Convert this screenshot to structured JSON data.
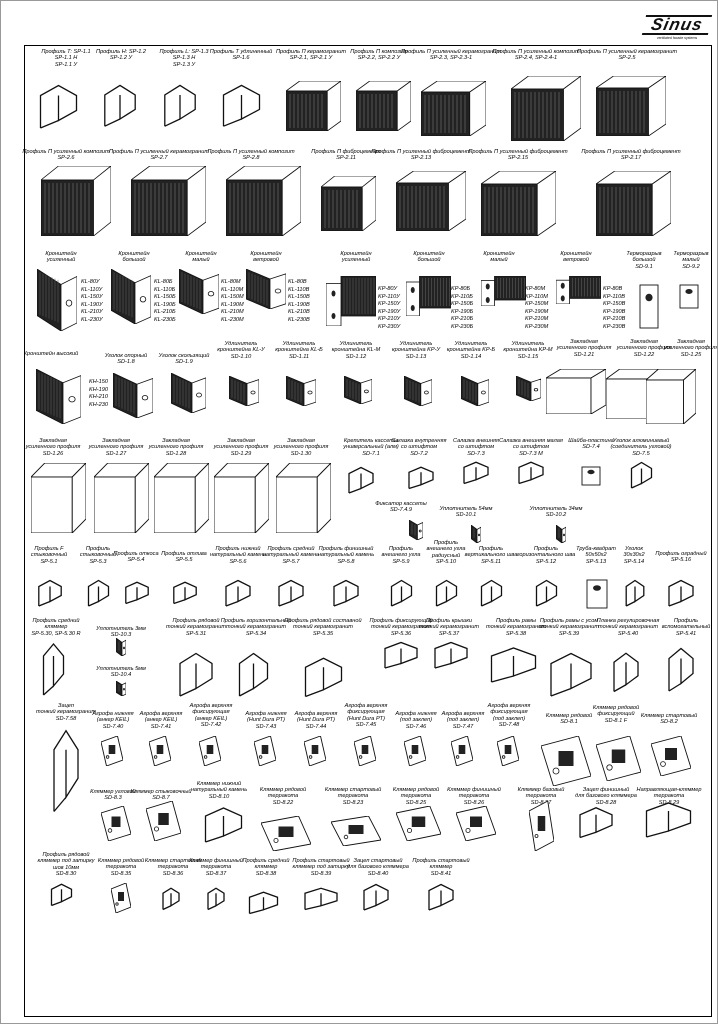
{
  "logo": {
    "name": "Sinus",
    "tagline": "ventilated facade systems"
  },
  "items": [
    {
      "lines": [
        "Профиль Т: SP-1.1",
        "SP-1.1 Н",
        "SP-1.1 У"
      ]
    },
    {
      "lines": [
        "Профиль Н: SP-1.2",
        "SP-1.2 У"
      ]
    },
    {
      "lines": [
        "Профиль L: SP-1.3",
        "SP-1.3 Н",
        "SP-1.3 У"
      ]
    },
    {
      "lines": [
        "Профиль Т удлиненный",
        "SP-1.6"
      ]
    },
    {
      "lines": [
        "Профиль П керамогранит",
        "SP-2.1, SP-2.1 У"
      ]
    },
    {
      "lines": [
        "Профиль П композит",
        "SP-2.2, SP-2.2 У"
      ]
    },
    {
      "lines": [
        "Профиль П усиленный керамогранит",
        "SP-2.3, SP-2.3-1"
      ]
    },
    {
      "lines": [
        "Профиль П усиленный композит",
        "SP-2.4, SP-2.4-1"
      ]
    },
    {
      "lines": [
        "Профиль П усиленный керамогранит",
        "SP-2.5"
      ]
    },
    {
      "lines": [
        "Профиль П усиленный композит",
        "SP-2.6"
      ]
    },
    {
      "lines": [
        "Профиль П усиленный керамогранит",
        "SP-2.7"
      ]
    },
    {
      "lines": [
        "Профиль П усиленный композит",
        "SP-2.8"
      ]
    },
    {
      "lines": [
        "Профиль П фиброцемент",
        "SP-2.11"
      ]
    },
    {
      "lines": [
        "Профиль П усиленный фиброцемент",
        "SP-2.13"
      ]
    },
    {
      "lines": [
        "Профиль П усиленный фиброцемент",
        "SP-2.15"
      ]
    },
    {
      "lines": [
        "Профиль П усиленный фиброцемент",
        "SP-2.17"
      ]
    },
    {
      "lines": [
        "Кронштейн",
        "усиленный"
      ],
      "codes": [
        "KL-80У",
        "KL-110У",
        "KL-150У",
        "KL-190У",
        "KL-210У",
        "KL-230У"
      ]
    },
    {
      "lines": [
        "Кронштейн",
        "большой"
      ],
      "codes": [
        "KL-80Б",
        "KL-110Б",
        "KL-150Б",
        "KL-190Б",
        "KL-210Б",
        "KL-230Б"
      ]
    },
    {
      "lines": [
        "Кронштейн",
        "малый"
      ],
      "codes": [
        "KL-80М",
        "KL-110М",
        "KL-150М",
        "KL-190М",
        "KL-210М",
        "KL-230М"
      ]
    },
    {
      "lines": [
        "Кронштейн",
        "ветровой"
      ],
      "codes": [
        "KL-80В",
        "KL-110В",
        "KL-150В",
        "KL-190В",
        "KL-210В",
        "KL-230В"
      ]
    },
    {
      "lines": [
        "Кронштейн",
        "усиленный"
      ],
      "codes": [
        "KP-80У",
        "KP-110У",
        "KP-150У",
        "KP-190У",
        "KP-210У",
        "KP-230У"
      ]
    },
    {
      "lines": [
        "Кронштейн",
        "большой"
      ],
      "codes": [
        "KP-80Б",
        "KP-110Б",
        "KP-150Б",
        "KP-190Б",
        "KP-210Б",
        "KP-230Б"
      ]
    },
    {
      "lines": [
        "Кронштейн",
        "малый"
      ],
      "codes": [
        "KP-80М",
        "KP-110М",
        "KP-150М",
        "KP-190М",
        "KP-210М",
        "KP-230М"
      ]
    },
    {
      "lines": [
        "Кронштейн",
        "ветровой"
      ],
      "codes": [
        "KP-80В",
        "KP-110В",
        "KP-150В",
        "KP-190В",
        "KP-210В",
        "KP-230В"
      ]
    },
    {
      "lines": [
        "Терморазрыв",
        "большой",
        "SD-9.1"
      ]
    },
    {
      "lines": [
        "Терморазрыв",
        "малый",
        "SD-9.2"
      ]
    },
    {
      "lines": [
        "Кронштейн высокий"
      ],
      "codes": [
        "KH-150",
        "KH-190",
        "KH-210",
        "KH-230"
      ]
    },
    {
      "lines": [
        "Уголок опорный",
        "SD-1.8"
      ]
    },
    {
      "lines": [
        "Уголок скользящий",
        "SD-1.9"
      ]
    },
    {
      "lines": [
        "Удлинитель",
        "кронштейна KL-У",
        "SD-1.10"
      ]
    },
    {
      "lines": [
        "Удлинитель",
        "кронштейна KL-Б",
        "SD-1.11"
      ]
    },
    {
      "lines": [
        "Удлинитель",
        "кронштейна KL-М",
        "SD-1.12"
      ]
    },
    {
      "lines": [
        "Удлинитель",
        "кронштейна KP-У",
        "SD-1.13"
      ]
    },
    {
      "lines": [
        "Удлинитель",
        "кронштейна KP-Б",
        "SD-1.14"
      ]
    },
    {
      "lines": [
        "Удлинитель",
        "кронштейна KP-М",
        "SD-1.15"
      ]
    },
    {
      "lines": [
        "Закладная",
        "усиленного профиля",
        "SD-1.21"
      ]
    },
    {
      "lines": [
        "Закладная",
        "усиленного профиля",
        "SD-1.22"
      ]
    },
    {
      "lines": [
        "Закладная",
        "усиленного профиля",
        "SD-1.25"
      ]
    },
    {
      "lines": [
        "Закладная",
        "усиленного профиля",
        "SD-1.26"
      ]
    },
    {
      "lines": [
        "Закладная",
        "усиленного профиля",
        "SD-1.27"
      ]
    },
    {
      "lines": [
        "Закладная",
        "усиленного профиля",
        "SD-1.28"
      ]
    },
    {
      "lines": [
        "Закладная",
        "усиленного профиля",
        "SD-1.29"
      ]
    },
    {
      "lines": [
        "Закладная",
        "усиленного профиля",
        "SD-1.30"
      ]
    },
    {
      "lines": [
        "Крепитель кассеты",
        "универсальный (алм)",
        "SD-7.1"
      ]
    },
    {
      "lines": [
        "Салазка внутренняя",
        "со штифтом",
        "SD-7.2"
      ]
    },
    {
      "lines": [
        "Салазка внешняя",
        "со штифтом",
        "SD-7.3"
      ]
    },
    {
      "lines": [
        "Салазка внешняя малая",
        "со штифтом",
        "SD-7.3 М"
      ]
    },
    {
      "lines": [
        "Шайба-пластина",
        "SD-7.4"
      ]
    },
    {
      "lines": [
        "Уголок алюминиевый",
        "(соединитель угловой)",
        "SD-7.5"
      ]
    },
    {
      "lines": [
        "Фиксатор кассеты",
        "SD-7.4.9"
      ]
    },
    {
      "lines": [
        "Уплотнитель 54мм",
        "SD-10.1"
      ]
    },
    {
      "lines": [
        "Уплотнитель 34мм",
        "SD-10.2"
      ]
    },
    {
      "lines": [
        "Профиль F",
        "стыковочный",
        "SP-5.1"
      ]
    },
    {
      "lines": [
        "Профиль",
        "стыковочный",
        "SP-5.3"
      ]
    },
    {
      "lines": [
        "Профиль откоса",
        "SP-5.4"
      ]
    },
    {
      "lines": [
        "Профиль отлива",
        "SP-5.5"
      ]
    },
    {
      "lines": [
        "Профиль нижний",
        "натуральный камень",
        "SP-5.6"
      ]
    },
    {
      "lines": [
        "Профиль средний",
        "натуральный камень",
        "SP-5.7"
      ]
    },
    {
      "lines": [
        "Профиль финишный",
        "натуральный камень",
        "SP-5.8"
      ]
    },
    {
      "lines": [
        "Профиль",
        "внешнего угла",
        "SP-5.9"
      ]
    },
    {
      "lines": [
        "Профиль",
        "внешнего угла",
        "радиусный",
        "SP-5.10"
      ]
    },
    {
      "lines": [
        "Профиль",
        "вертикального шва",
        "SP-5.11"
      ]
    },
    {
      "lines": [
        "Профиль",
        "горизонтального шва",
        "SP-5.12"
      ]
    },
    {
      "lines": [
        "Труба-квадрат",
        "50х50х2",
        "SP-5.13"
      ]
    },
    {
      "lines": [
        "Уголок",
        "30х30х2",
        "SP-5.14"
      ]
    },
    {
      "lines": [
        "Профиль оградный",
        "SP-5.16"
      ]
    },
    {
      "lines": [
        "Профиль средний",
        "кляммер",
        "SP-5.30, SP-5.30 R"
      ]
    },
    {
      "lines": [
        "Уплотнитель 3мм",
        "SD-10.3"
      ]
    },
    {
      "lines": [
        "Уплотнитель 5мм",
        "SD-10.4"
      ]
    },
    {
      "lines": [
        "Профиль рядовой",
        "тонкий керамогранит",
        "SP-5.31"
      ]
    },
    {
      "lines": [
        "Профиль горизонтальный",
        "тонкий керамогранит",
        "SP-5.34"
      ]
    },
    {
      "lines": [
        "Профиль рядовой составной",
        "тонкий керамогранит",
        "SP-5.35"
      ]
    },
    {
      "lines": [
        "Профиль фиксирующий",
        "тонкий керамогранит",
        "SP-5.36"
      ]
    },
    {
      "lines": [
        "Профиль крышки",
        "тонкий керамогранит",
        "SP-5.37"
      ]
    },
    {
      "lines": [
        "Профиль рамы",
        "тонкий керамогранит",
        "SP-5.38"
      ]
    },
    {
      "lines": [
        "Профиль рамы с усом",
        "тонкий керамогранит",
        "SP-5.39"
      ]
    },
    {
      "lines": [
        "Планка регулировочная",
        "тонкий керамогранит",
        "SP-5.40"
      ]
    },
    {
      "lines": [
        "Профиль",
        "вспомогательный",
        "SP-5.41"
      ]
    },
    {
      "lines": [
        "Зацеп",
        "тонкий керамогранит",
        "SD-7.58"
      ]
    },
    {
      "lines": [
        "Агрофа нижняя",
        "(анкер KEIL)",
        "SD-7.40"
      ]
    },
    {
      "lines": [
        "Агрофа верхняя",
        "(анкер KEIL)",
        "SD-7.41"
      ]
    },
    {
      "lines": [
        "Агрофа верхняя",
        "фиксирующая",
        "(анкер KEIL)",
        "SD-7.42"
      ]
    },
    {
      "lines": [
        "Агрофа нижняя",
        "(Hunt Dura PT)",
        "SD-7.43"
      ]
    },
    {
      "lines": [
        "Агрофа верхняя",
        "(Hunt Dura PT)",
        "SD-7.44"
      ]
    },
    {
      "lines": [
        "Агрофа верхняя",
        "фиксирующая",
        "(Hunt Dura PT)",
        "SD-7.45"
      ]
    },
    {
      "lines": [
        "Агрофа нижняя",
        "(под заклеп)",
        "SD-7.46"
      ]
    },
    {
      "lines": [
        "Агрофа верхняя",
        "(под заклеп)",
        "SD-7.47"
      ]
    },
    {
      "lines": [
        "Агрофа верхняя",
        "фиксирующая",
        "(под заклеп)",
        "SD-7.48"
      ]
    },
    {
      "lines": [
        "Кляммер рядовой",
        "SD-8.1"
      ]
    },
    {
      "lines": [
        "Кляммер рядовой",
        "фиксирующий",
        "SD-8.1 F"
      ]
    },
    {
      "lines": [
        "Кляммер стартовый",
        "SD-8.2"
      ]
    },
    {
      "lines": [
        "Кляммер угловой",
        "SD-8.3"
      ]
    },
    {
      "lines": [
        "Кляммер стыковочный",
        "SD-8.7"
      ]
    },
    {
      "lines": [
        "Кляммер нижний",
        "натуральный камень",
        "SD-8.10"
      ]
    },
    {
      "lines": [
        "Кляммер рядовой",
        "терракота",
        "SD-8.22"
      ]
    },
    {
      "lines": [
        "Кляммер стартовый",
        "терракота",
        "SD-8.23"
      ]
    },
    {
      "lines": [
        "Кляммер рядовой",
        "терракота",
        "SD-8.25"
      ]
    },
    {
      "lines": [
        "Кляммер финишный",
        "терракота",
        "SD-8.26"
      ]
    },
    {
      "lines": [
        "Кляммер базовый",
        "терракота",
        "SD-8.27"
      ]
    },
    {
      "lines": [
        "Зацеп финишный",
        "для базового кляммера",
        "SD-8.28"
      ]
    },
    {
      "lines": [
        "Направляющая-кляммер",
        "терракота",
        "SD-8.29"
      ]
    },
    {
      "lines": [
        "Профиль рядовой",
        "кляммер под затирку",
        "шов 10мм",
        "SD-8.30"
      ]
    },
    {
      "lines": [
        "Кляммер рядовой",
        "терракота",
        "SD-8.35"
      ]
    },
    {
      "lines": [
        "Кляммер стартовый",
        "терракота",
        "SD-8.36"
      ]
    },
    {
      "lines": [
        "Кляммер финишный",
        "терракота",
        "SD-8.37"
      ]
    },
    {
      "lines": [
        "Профиль средний",
        "кляммер",
        "SD-8.38"
      ]
    },
    {
      "lines": [
        "Профиль стартовый",
        "кляммер под затирку",
        "SD-8.39"
      ]
    },
    {
      "lines": [
        "Зацеп стартовый",
        "для базового кляммера",
        "SD-8.40"
      ]
    },
    {
      "lines": [
        "Профиль стартовый",
        "кляммер",
        "SD-8.41"
      ]
    }
  ]
}
